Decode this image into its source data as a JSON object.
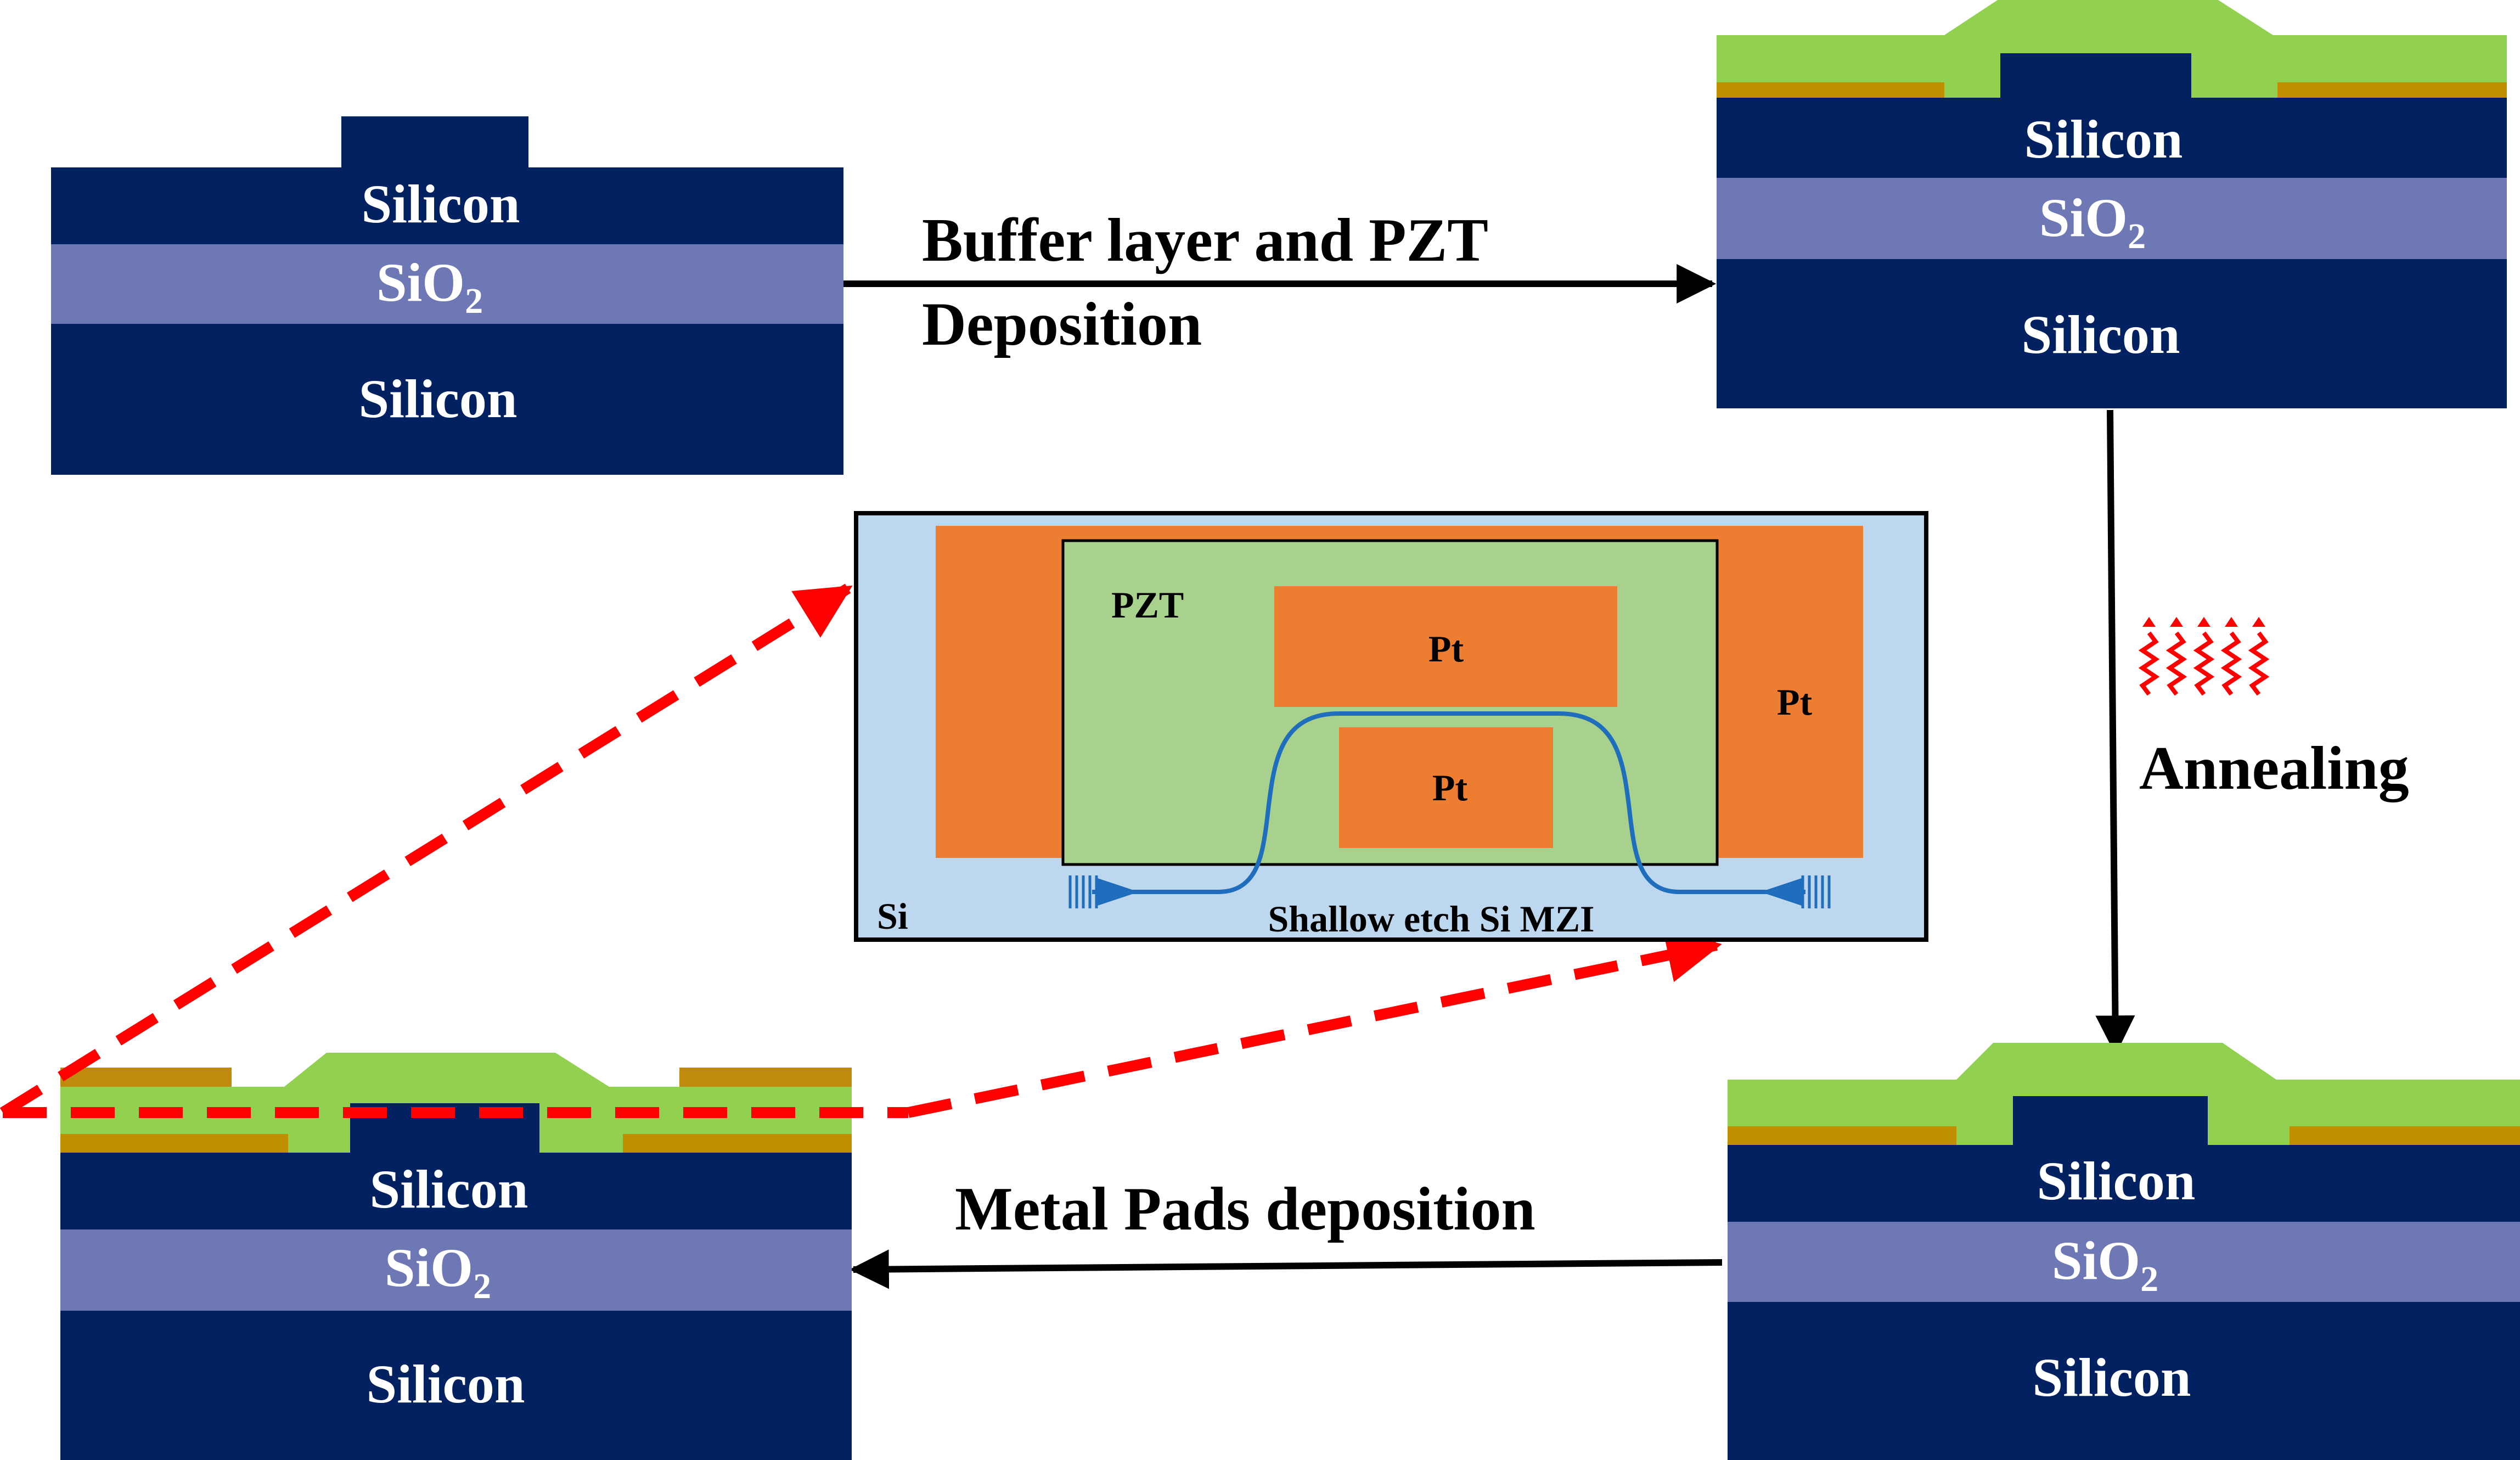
{
  "colors": {
    "silicon": "#022160",
    "sio2": "#6e78b4",
    "pzt_layer": "#92d050",
    "buffer": "#bf8f00",
    "metal_pad": "#c08a0f",
    "pt": "#ed7d31",
    "pzt_inset": "#a9d18e",
    "si_inset": "#bdd7ee",
    "waveguide": "#1f6ebd",
    "highlight": "#ff0000",
    "arrow": "#000000",
    "heat": "#ff0000"
  },
  "layers": {
    "silicon": "Silicon",
    "sio2_base": "SiO",
    "sio2_sub": "2"
  },
  "steps": {
    "buffer_line1": "Buffer layer and PZT",
    "buffer_line2": "Deposition",
    "annealing": "Annealing",
    "metal_pads": "Metal Pads deposition"
  },
  "inset": {
    "pzt": "PZT",
    "pt_top": "Pt",
    "pt_center": "Pt",
    "pt_right": "Pt",
    "si": "Si",
    "mzi": "Shallow etch Si MZI"
  },
  "icons": [
    "heat-waves-icon",
    "arrow-right-icon",
    "arrow-down-icon",
    "arrow-left-icon"
  ]
}
